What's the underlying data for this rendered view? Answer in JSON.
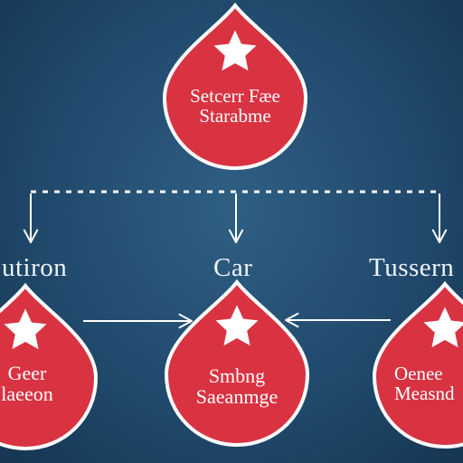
{
  "diagram": {
    "colors": {
      "background": "#214a6d",
      "drop_fill": "#d93342",
      "drop_stroke": "#ffffff",
      "star": "#ffffff",
      "connector": "#ffffff",
      "label": "#eef4fb"
    },
    "top_node": {
      "line1": "Setcerr Fæe",
      "line2": "Starabme"
    },
    "nodes": [
      {
        "id": "left",
        "category_label": "utiron",
        "line1": "Geer",
        "line2": "laeeon"
      },
      {
        "id": "center",
        "category_label": "Car",
        "line1": "Smbng",
        "line2": "Saeanmge"
      },
      {
        "id": "right",
        "category_label": "Tussern",
        "line1": "Oenee",
        "line2": "Measnd"
      }
    ]
  }
}
